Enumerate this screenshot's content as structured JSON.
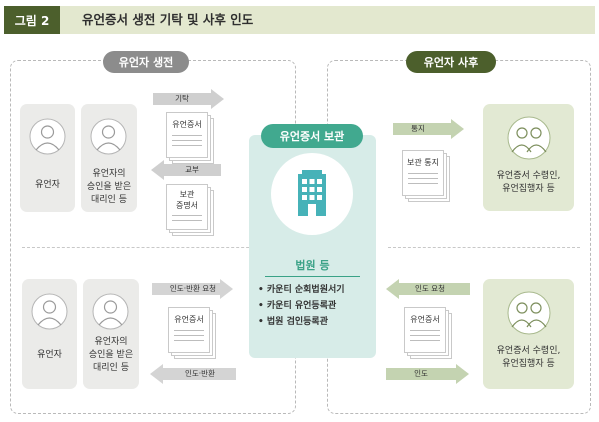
{
  "header": {
    "figure_tag": "그림 2",
    "title": "유언증서 생전 기탁 및 사후 인도"
  },
  "left_panel": {
    "title": "유언자 생전",
    "top": {
      "actor1": "유언자",
      "actor2": [
        "유언자의",
        "승인을 받은",
        "대리인 등"
      ],
      "arrow_out": "기탁",
      "doc_out": "유언증서",
      "arrow_in": "교부",
      "doc_in": [
        "보관",
        "증명서"
      ]
    },
    "bottom": {
      "actor1": "유언자",
      "actor2": [
        "유언자의",
        "승인을 받은",
        "대리인 등"
      ],
      "arrow_out": "인도·반환 요청",
      "doc": "유언증서",
      "arrow_in": "인도·반환"
    }
  },
  "center": {
    "title": "유언증서 보관",
    "subtitle": "법원 등",
    "items": [
      "• 카운티 순회법원서기",
      "• 카운티 유언등록관",
      "• 법원 검인등록관"
    ]
  },
  "right_panel": {
    "title": "유언자 사후",
    "top": {
      "arrow": "통지",
      "doc": "보관 통지",
      "actor": [
        "유언증서 수령인,",
        "유언집행자 등"
      ]
    },
    "bottom": {
      "arrow_in": "인도 요청",
      "doc": "유언증서",
      "arrow_out": "인도",
      "actor": [
        "유언증서 수령인,",
        "유언집행자 등"
      ]
    }
  },
  "colors": {
    "olive": "#4c5f2c",
    "teal": "#41a98f",
    "gray_pill": "#8c8c8c",
    "center_bg": "#d7ece8"
  }
}
